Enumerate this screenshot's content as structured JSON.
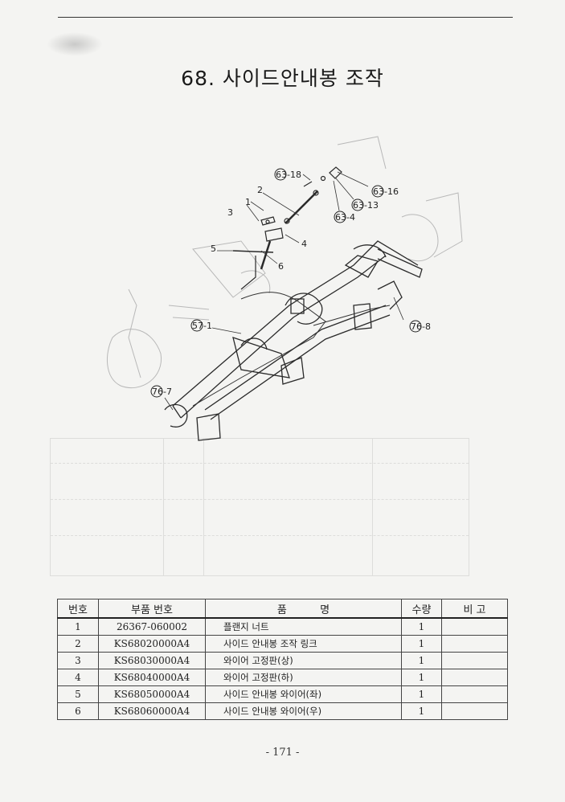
{
  "title": "68. 사이드안내봉 조작",
  "callouts": [
    {
      "circled": "63",
      "suffix": "-18"
    },
    {
      "circled": "63",
      "suffix": "-16"
    },
    {
      "circled": "63",
      "suffix": "-13"
    },
    {
      "circled": "63",
      "suffix": "-4"
    },
    {
      "circled": "76",
      "suffix": "-8"
    },
    {
      "circled": "76",
      "suffix": "-7"
    },
    {
      "circled": "57",
      "suffix": "-1"
    },
    {
      "circled": "",
      "suffix": "1"
    },
    {
      "circled": "",
      "suffix": "2"
    },
    {
      "circled": "",
      "suffix": "3"
    },
    {
      "circled": "",
      "suffix": "4"
    },
    {
      "circled": "",
      "suffix": "5"
    },
    {
      "circled": "",
      "suffix": "6"
    }
  ],
  "table": {
    "headers": [
      "번호",
      "부품 번호",
      "품          명",
      "수량",
      "비 고"
    ],
    "rows": [
      {
        "no": "1",
        "part": "26367-060002",
        "name": "플랜지 너트",
        "qty": "1",
        "note": ""
      },
      {
        "no": "2",
        "part": "KS68020000A4",
        "name": "사이드 안내봉 조작 링크",
        "qty": "1",
        "note": ""
      },
      {
        "no": "3",
        "part": "KS68030000A4",
        "name": "와이어 고정판(상)",
        "qty": "1",
        "note": ""
      },
      {
        "no": "4",
        "part": "KS68040000A4",
        "name": "와이어 고정판(하)",
        "qty": "1",
        "note": ""
      },
      {
        "no": "5",
        "part": "KS68050000A4",
        "name": "사이드 안내봉 와이어(좌)",
        "qty": "1",
        "note": ""
      },
      {
        "no": "6",
        "part": "KS68060000A4",
        "name": "사이드 안내봉 와이어(우)",
        "qty": "1",
        "note": ""
      }
    ]
  },
  "page_number": "- 171 -"
}
